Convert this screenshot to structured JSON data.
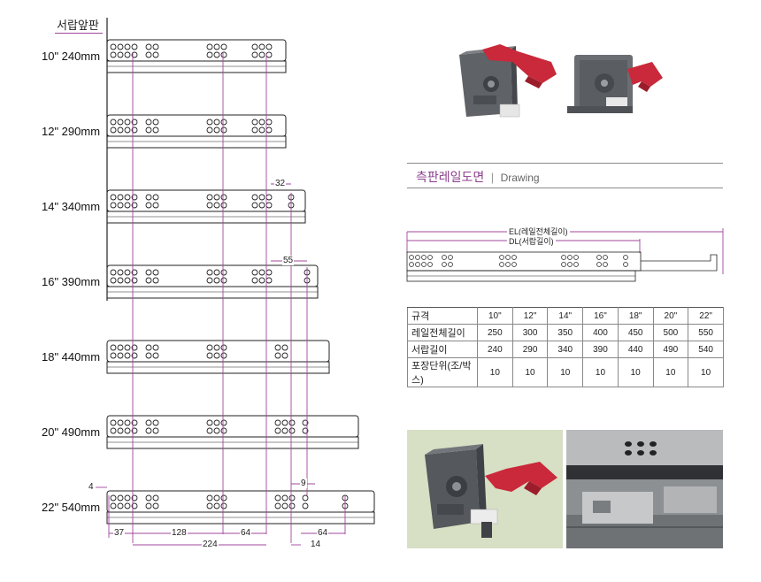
{
  "front_label": "서랍앞판",
  "rails": [
    {
      "label": "10\"  240mm"
    },
    {
      "label": "12\"  290mm"
    },
    {
      "label": "14\"  340mm"
    },
    {
      "label": "16\"  390mm"
    },
    {
      "label": "18\"  440mm"
    },
    {
      "label": "20\"  490mm"
    },
    {
      "label": "22\"  540mm"
    }
  ],
  "dimensions": {
    "d32": "32",
    "d55": "55",
    "d4": "4",
    "d9": "9",
    "d37": "37",
    "d128": "128",
    "d64a": "64",
    "d64b": "64",
    "d224": "224",
    "d14": "14"
  },
  "section": {
    "title_ko": "측판레일도면",
    "title_en": "Drawing"
  },
  "drawing": {
    "el_label": "EL(레일전체길이)",
    "dl_label": "DL(서랍길이)"
  },
  "spec_table": {
    "headers": [
      "규격",
      "10\"",
      "12\"",
      "14\"",
      "16\"",
      "18\"",
      "20\"",
      "22\""
    ],
    "rows": [
      [
        "레일전체길이",
        "250",
        "300",
        "350",
        "400",
        "450",
        "500",
        "550"
      ],
      [
        "서랍길이",
        "240",
        "290",
        "340",
        "390",
        "440",
        "490",
        "540"
      ],
      [
        "포장단위(조/박스)",
        "10",
        "10",
        "10",
        "10",
        "10",
        "10",
        "10"
      ]
    ]
  },
  "colors": {
    "accent": "#a0479e",
    "divider": "#8a8a8a",
    "photo_bg": "#d7dfc4",
    "latch_red": "#c9293a"
  }
}
